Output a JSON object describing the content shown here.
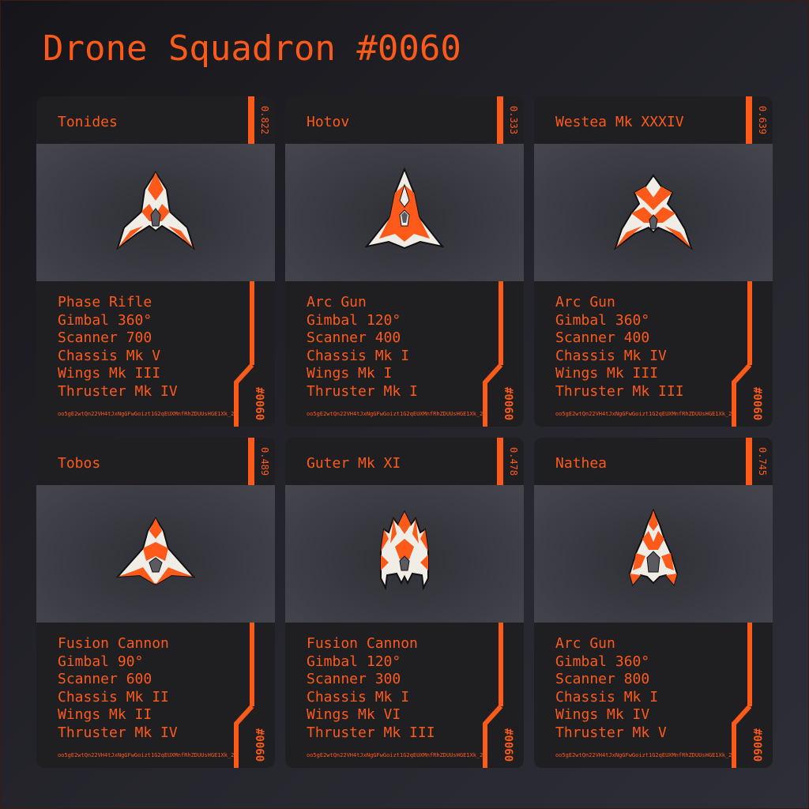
{
  "title": "Drone Squadron #0060",
  "tag": "#0060",
  "hash": "oo5gE2wtQn22VH4tJxNgGFwGoizt1G2qEUXMnfRhZDUUsHGE1Xk_2",
  "colors": {
    "accent": "#ff5a1a",
    "card": "#1f1f22",
    "hull": "#f0ece6",
    "gray": "#5a5a60"
  },
  "drones": [
    {
      "name": "Tonides",
      "score": "0.822",
      "stats": [
        "Phase Rifle",
        "Gimbal 360°",
        "Scanner 700",
        "Chassis Mk V",
        "Wings Mk III",
        "Thruster Mk IV"
      ],
      "ship_icon": "drone-ship-icon"
    },
    {
      "name": "Hotov",
      "score": "0.333",
      "stats": [
        "Arc Gun",
        "Gimbal 120°",
        "Scanner 400",
        "Chassis Mk I",
        "Wings Mk I",
        "Thruster Mk I"
      ],
      "ship_icon": "drone-ship-icon"
    },
    {
      "name": "Westea Mk XXXIV",
      "score": "0.639",
      "stats": [
        "Arc Gun",
        "Gimbal 360°",
        "Scanner 400",
        "Chassis Mk IV",
        "Wings Mk III",
        "Thruster Mk III"
      ],
      "ship_icon": "drone-ship-icon"
    },
    {
      "name": "Tobos",
      "score": "0.489",
      "stats": [
        "Fusion Cannon",
        "Gimbal 90°",
        "Scanner 600",
        "Chassis Mk II",
        "Wings Mk II",
        "Thruster Mk IV"
      ],
      "ship_icon": "drone-ship-icon"
    },
    {
      "name": "Guter Mk XI",
      "score": "0.478",
      "stats": [
        "Fusion Cannon",
        "Gimbal 120°",
        "Scanner 300",
        "Chassis Mk I",
        "Wings Mk VI",
        "Thruster Mk III"
      ],
      "ship_icon": "drone-ship-icon"
    },
    {
      "name": "Nathea",
      "score": "0.745",
      "stats": [
        "Arc Gun",
        "Gimbal 360°",
        "Scanner 800",
        "Chassis Mk I",
        "Wings Mk IV",
        "Thruster Mk V"
      ],
      "ship_icon": "drone-ship-icon"
    }
  ]
}
